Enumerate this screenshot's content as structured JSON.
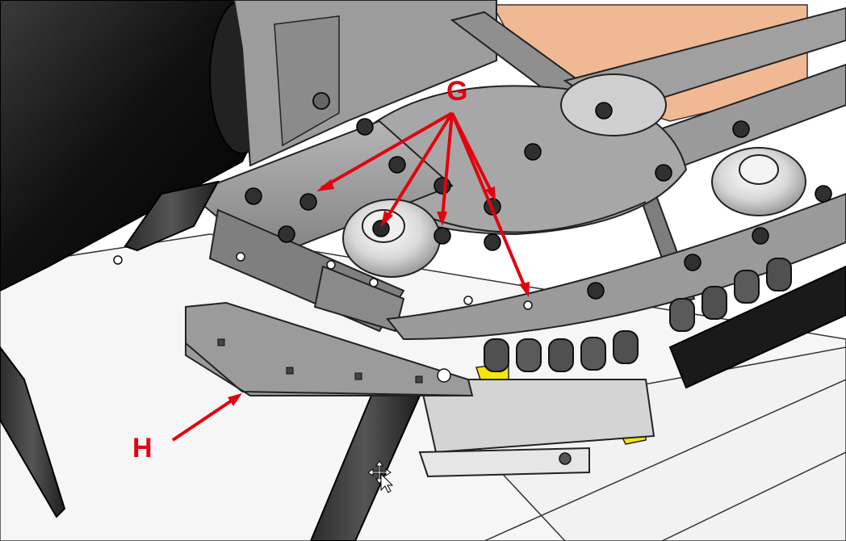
{
  "callouts": {
    "g": {
      "text": "G",
      "pointer_count": 5
    },
    "h": {
      "text": "H",
      "pointer_count": 1
    }
  },
  "colors": {
    "callout": "#e3000f",
    "steel_light": "#9a9a9a",
    "steel_mid": "#7d7d7d",
    "steel_dark": "#4a4a4a",
    "roller_black": "#1a1a1a",
    "deck_white": "#f4f4f4",
    "panel_copper": "#f0b893",
    "marker_yellow": "#f5e60a",
    "disc_grey": "#bfbfbf"
  },
  "icons": {
    "cursor": "move-cursor-icon"
  }
}
